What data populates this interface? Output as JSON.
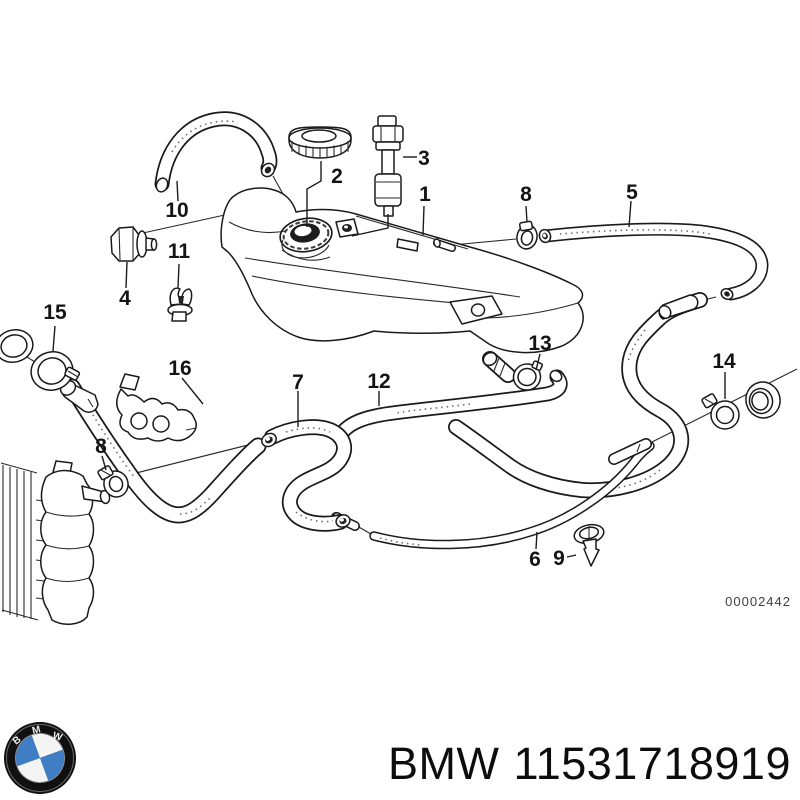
{
  "diagram": {
    "code": "00002442",
    "callouts": {
      "c1": "1",
      "c2": "2",
      "c3": "3",
      "c4": "4",
      "c5": "5",
      "c6": "6",
      "c7": "7",
      "c8a": "8",
      "c8b": "8",
      "c9": "9",
      "c10": "10",
      "c11": "11",
      "c12": "12",
      "c13": "13",
      "c14": "14",
      "c15": "15",
      "c16": "16"
    }
  },
  "footer": {
    "brand": "BMW",
    "part_number": "11531718919"
  },
  "logo": {
    "letters": [
      "B",
      "M",
      "W"
    ],
    "blue": "#3f7dc4"
  },
  "colors": {
    "line": "#1a1a1a",
    "text": "#111111",
    "code_text": "#3f3f3f"
  }
}
